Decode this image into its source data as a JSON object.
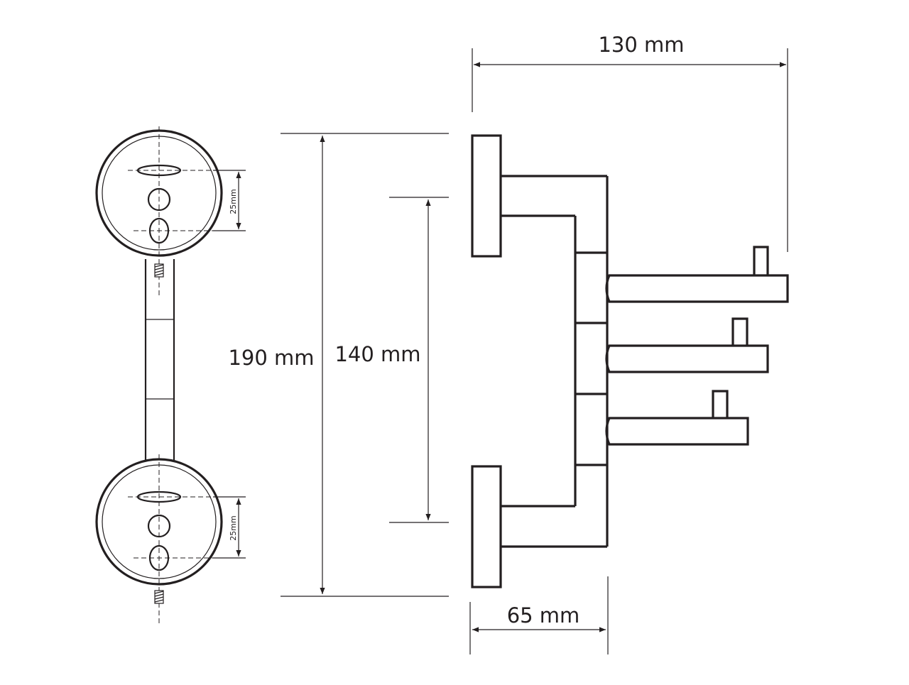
{
  "dimensions": {
    "width_130": "130 mm",
    "height_190": "190 mm",
    "height_140": "140 mm",
    "depth_65": "65 mm",
    "hole_spacing_top": "25mm",
    "hole_spacing_bottom": "25mm"
  },
  "colors": {
    "line": "#231f20",
    "background": "#ffffff"
  }
}
